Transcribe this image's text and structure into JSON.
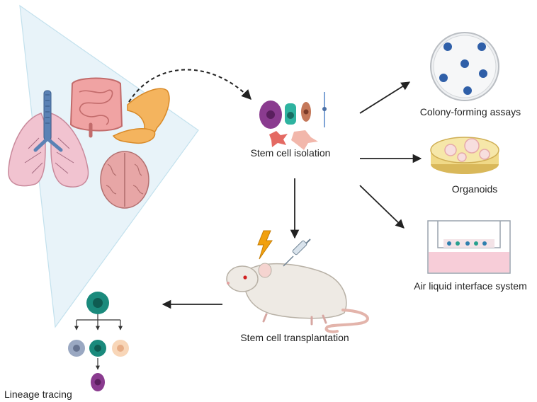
{
  "labels": {
    "stem_cell_isolation": "Stem cell isolation",
    "colony_forming": "Colony-forming assays",
    "organoids": "Organoids",
    "air_liquid": "Air liquid interface system",
    "transplantation": "Stem cell transplantation",
    "lineage_tracing": "Lineage tracing"
  },
  "colors": {
    "panel": "#dff0f7",
    "lung": "#f1c3d0",
    "trachea": "#5b82b5",
    "intestine": "#f0a3a3",
    "pancreas": "#f4b45e",
    "brain": "#e7a6a6",
    "teal_cell": "#1a8a7c",
    "purple_cell": "#8a3b8f",
    "arrow": "#222222"
  }
}
